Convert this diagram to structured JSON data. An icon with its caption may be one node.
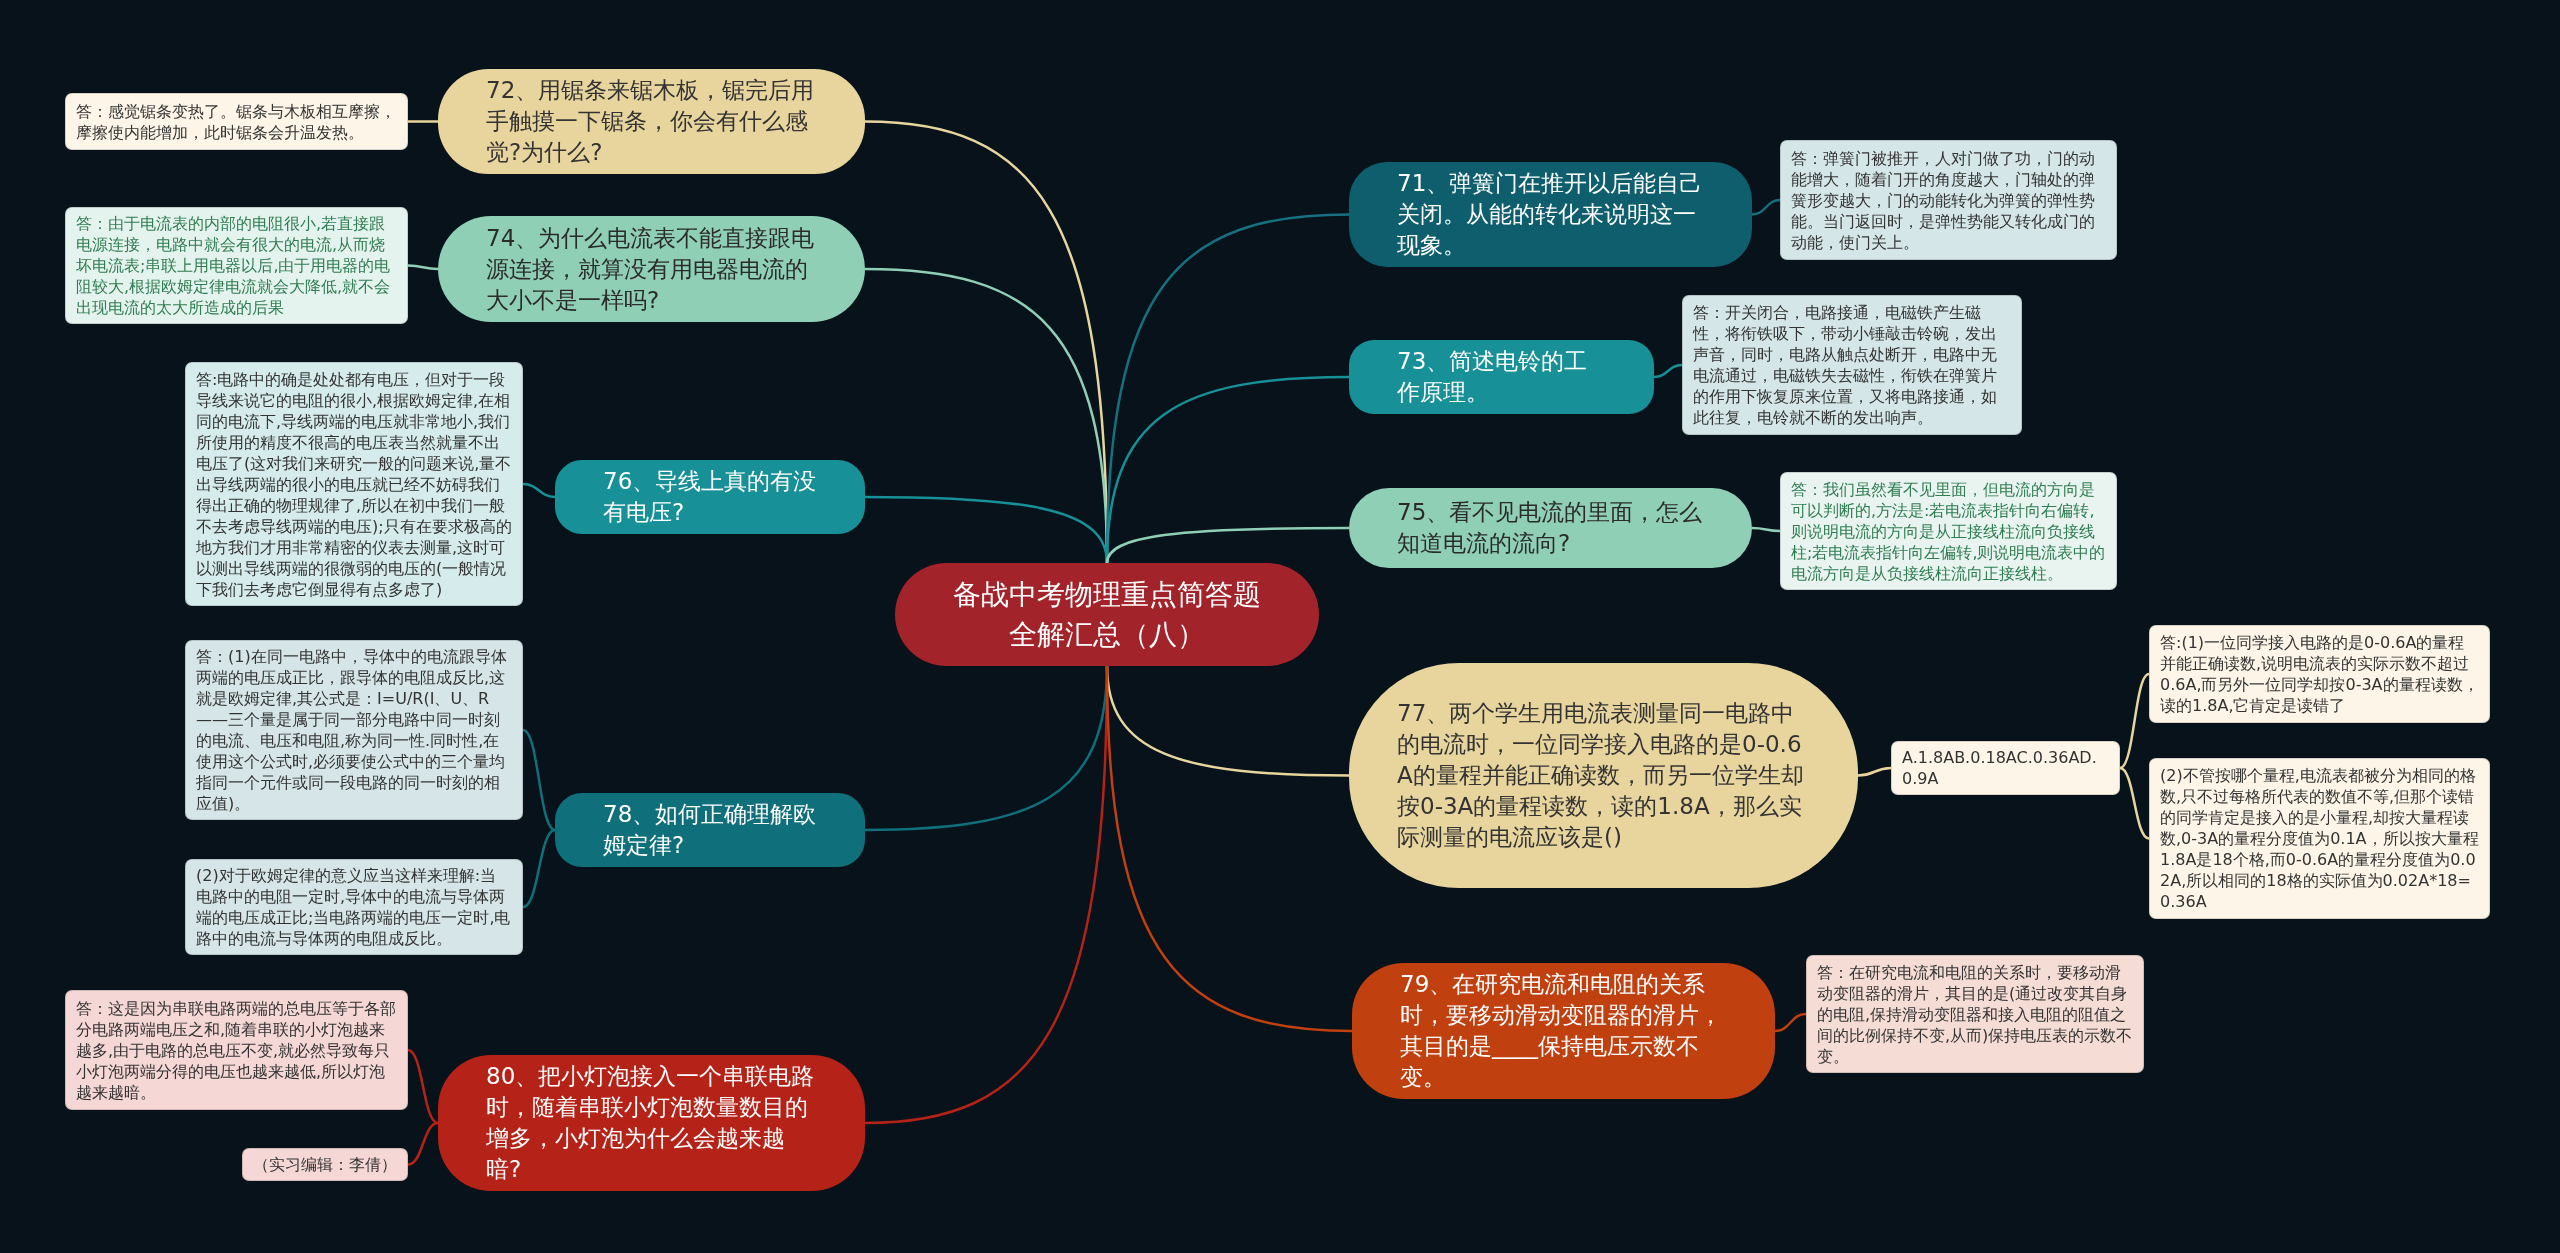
{
  "diagram": {
    "nodes": [
      {
        "text": [
          "备战中考物理重点简答题全解汇总（八）"
        ]
      },
      {
        "text": [
          "72、用锯条来锯木板，锯完后用手触摸一下锯条，你会有什么感觉?为什么?"
        ]
      },
      {
        "text": [
          "答：感觉锯条变热了。锯条与木板相互摩擦，摩擦使内能增加，此时锯条会升温发热。"
        ]
      },
      {
        "text": [
          "74、为什么电流表不能直接跟电源连接，就算没有用电器电流的大小不是一样吗?"
        ]
      },
      {
        "text": [
          "答：由于电流表的内部的电阻很小,若直接跟电源连接，电路中就会有很大的电流,从而烧坏电流表;串联上用电器以后,由于用电器的电阻较大,根据欧姆定律电流就会大降低,就不会出现电流的太大所造成的后果"
        ]
      },
      {
        "text": [
          "76、导线上真的有没有电压?"
        ]
      },
      {
        "text": [
          "答:电路中的确是处处都有电压，但对于一段导线来说它的电阻的很小,根据欧姆定律,在相同的电流下,导线两端的电压就非常地小,我们所使用的精度不很高的电压表当然就量不出电压了(这对我们来研究一般的问题来说,量不出导线两端的很小的电压就已经不妨碍我们得出正确的物理规律了,所以在初中我们一般不去考虑导线两端的电压);只有在要求极高的地方我们才用非常精密的仪表去测量,这时可以测出导线两端的很微弱的电压的(一般情况下我们去考虑它倒显得有点多虑了)"
        ]
      },
      {
        "text": [
          "78、如何正确理解欧姆定律?"
        ]
      },
      {
        "text": [
          "答：(1)在同一电路中，导体中的电流跟导体两端的电压成正比，跟导体的电阻成反比,这就是欧姆定律,其公式是：I=U/R(I、U、R——三个量是属于同一部分电路中同一时刻的电流、电压和电阻,称为同一性.同时性,在使用这个公式时,必须要使公式中的三个量均指同一个元件或同一段电路的同一时刻的相应值)。"
        ]
      },
      {
        "text": [
          "(2)对于欧姆定律的意义应当这样来理解:当电路中的电阻一定时,导体中的电流与导体两端的电压成正比;当电路两端的电压一定时,电路中的电流与导体两的电阻成反比。"
        ]
      },
      {
        "text": [
          "80、把小灯泡接入一个串联电路时，随着串联小灯泡数量数目的增多，小灯泡为什么会越来越暗?"
        ]
      },
      {
        "text": [
          "答：这是因为串联电路两端的总电压等于各部分电路两端电压之和,随着串联的小灯泡越来越多,由于电路的总电压不变,就必然导致每只小灯泡两端分得的电压也越来越低,所以灯泡越来越暗。"
        ]
      },
      {
        "text": [
          "（实习编辑：李倩）"
        ]
      },
      {
        "text": [
          "71、弹簧门在推开以后能自己关闭。从能的转化来说明这一现象。"
        ]
      },
      {
        "text": [
          "答：弹簧门被推开，人对门做了功，门的动能增大，随着门开的角度越大，门轴处的弹簧形变越大，门的动能转化为弹簧的弹性势能。当门返回时，是弹性势能又转化成门的动能，使门关上。"
        ]
      },
      {
        "text": [
          "73、简述电铃的工作原理。"
        ]
      },
      {
        "text": [
          "答：开关闭合，电路接通，电磁铁产生磁性，将衔铁吸下，带动小锤敲击铃碗，发出声音，同时，电路从触点处断开，电路中无电流通过，电磁铁失去磁性，衔铁在弹簧片的作用下恢复原来位置，又将电路接通，如此往复，电铃就不断的发出响声。"
        ]
      },
      {
        "text": [
          "75、看不见电流的里面，怎么知道电流的流向?"
        ]
      },
      {
        "text": [
          "答：我们虽然看不见里面，但电流的方向是可以判断的,方法是:若电流表指针向右偏转,则说明电流的方向是从正接线柱流向负接线柱;若电流表指针向左偏转,则说明电流表中的电流方向是从负接线柱流向正接线柱。"
        ]
      },
      {
        "text": [
          "77、两个学生用电流表测量同一电路中的电流时，一位同学接入电路的是0-0.6A的量程并能正确读数，而另一位学生却按0-3A的量程读数，读的1.8A，那么实际测量的电流应该是()"
        ]
      },
      {
        "text": [
          "A.1.8AB.0.18AC.0.36AD.0.9A"
        ]
      },
      {
        "text": [
          "答:(1)一位同学接入电路的是0-0.6A的量程并能正确读数,说明电流表的实际示数不超过0.6A,而另外一位同学却按0-3A的量程读数，读的1.8A,它肯定是读错了"
        ]
      },
      {
        "text": [
          "(2)不管按哪个量程,电流表都被分为相同的格数,只不过每格所代表的数值不等,但那个读错的同学肯定是接入的是小量程,却按大量程读数,0-3A的量程分度值为0.1A，所以按大量程1.8A是18个格,而0-0.6A的量程分度值为0.02A,所以相同的18格的实际值为0.02A*18=0.36A"
        ]
      },
      {
        "text": [
          "79、在研究电流和电阻的关系时，要移动滑动变阻器的滑片，其目的是____保持电压示数不变。"
        ]
      },
      {
        "text": [
          "答：在研究电流和电阻的关系时，要移动滑动变阻器的滑片，其目的是(通过改变其自身的电阻,保持滑动变阻器和接入电阻的阻值之间的比例保持不变,从而)保持电压表的示数不变。"
        ]
      }
    ],
    "edges": [
      {
        "from": 0,
        "to": 1,
        "arrow": "none",
        "color": "#e8d59e"
      },
      {
        "from": 1,
        "to": 2,
        "arrow": "none",
        "color": "#e8d59e"
      },
      {
        "from": 0,
        "to": 3,
        "arrow": "none",
        "color": "#8fcfb6"
      },
      {
        "from": 3,
        "to": 4,
        "arrow": "none",
        "color": "#8fcfb6"
      },
      {
        "from": 0,
        "to": 5,
        "arrow": "none",
        "color": "#179097"
      },
      {
        "from": 5,
        "to": 6,
        "arrow": "none",
        "color": "#179097"
      },
      {
        "from": 0,
        "to": 7,
        "arrow": "none",
        "color": "#0f6f7a"
      },
      {
        "from": 7,
        "to": 8,
        "arrow": "none",
        "color": "#0f6f7a"
      },
      {
        "from": 7,
        "to": 9,
        "arrow": "none",
        "color": "#0f6f7a"
      },
      {
        "from": 0,
        "to": 10,
        "arrow": "none",
        "color": "#b52218"
      },
      {
        "from": 10,
        "to": 11,
        "arrow": "none",
        "color": "#b52218"
      },
      {
        "from": 10,
        "to": 12,
        "arrow": "none",
        "color": "#b52218"
      },
      {
        "from": 0,
        "to": 13,
        "arrow": "none",
        "color": "#16707f"
      },
      {
        "from": 13,
        "to": 14,
        "arrow": "none",
        "color": "#16707f"
      },
      {
        "from": 0,
        "to": 15,
        "arrow": "none",
        "color": "#179097"
      },
      {
        "from": 15,
        "to": 16,
        "arrow": "none",
        "color": "#179097"
      },
      {
        "from": 0,
        "to": 17,
        "arrow": "none",
        "color": "#8fcfb6"
      },
      {
        "from": 17,
        "to": 18,
        "arrow": "none",
        "color": "#8fcfb6"
      },
      {
        "from": 0,
        "to": 19,
        "arrow": "none",
        "color": "#e8d59e"
      },
      {
        "from": 19,
        "to": 20,
        "arrow": "none",
        "color": "#e8d59e"
      },
      {
        "from": 20,
        "to": 21,
        "arrow": "none",
        "color": "#e8d59e"
      },
      {
        "from": 20,
        "to": 22,
        "arrow": "none",
        "color": "#e8d59e"
      },
      {
        "from": 0,
        "to": 23,
        "arrow": "none",
        "color": "#c04010"
      },
      {
        "from": 23,
        "to": 24,
        "arrow": "none",
        "color": "#c04010"
      }
    ]
  }
}
